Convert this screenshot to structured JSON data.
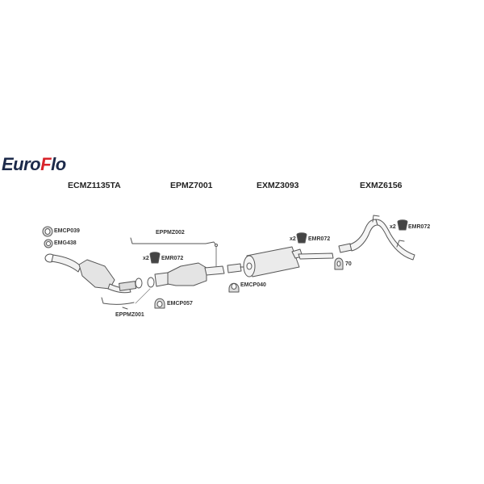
{
  "brand": {
    "name_part1": "Euro",
    "name_accent": "F",
    "name_part2": "lo",
    "primary_color": "#1c2a4a",
    "accent_color": "#d8232a"
  },
  "sections": [
    {
      "code": "ECMZ1135TA",
      "component": "catalytic-converter-front"
    },
    {
      "code": "EPMZ7001",
      "component": "front-pipe-catalyst"
    },
    {
      "code": "EXMZ3093",
      "component": "centre-silencer"
    },
    {
      "code": "EXMZ6156",
      "component": "tail-pipe"
    }
  ],
  "parts": [
    {
      "code": "EMCP039",
      "type": "clamp"
    },
    {
      "code": "EMG438",
      "type": "gasket"
    },
    {
      "code": "EPPMZ001",
      "type": "sensor-pipe"
    },
    {
      "code": "EPPMZ002",
      "type": "sensor-pipe"
    },
    {
      "code": "EMR072",
      "type": "rubber-mount",
      "qty": "x2"
    },
    {
      "code": "EMCP057",
      "type": "clamp"
    },
    {
      "code": "EMR072",
      "type": "rubber-mount",
      "qty": "x2"
    },
    {
      "code": "EMCP040",
      "type": "clamp"
    },
    {
      "code": "70",
      "type": "u-bolt-clamp"
    },
    {
      "code": "EMR072",
      "type": "rubber-mount",
      "qty": "x2"
    }
  ]
}
